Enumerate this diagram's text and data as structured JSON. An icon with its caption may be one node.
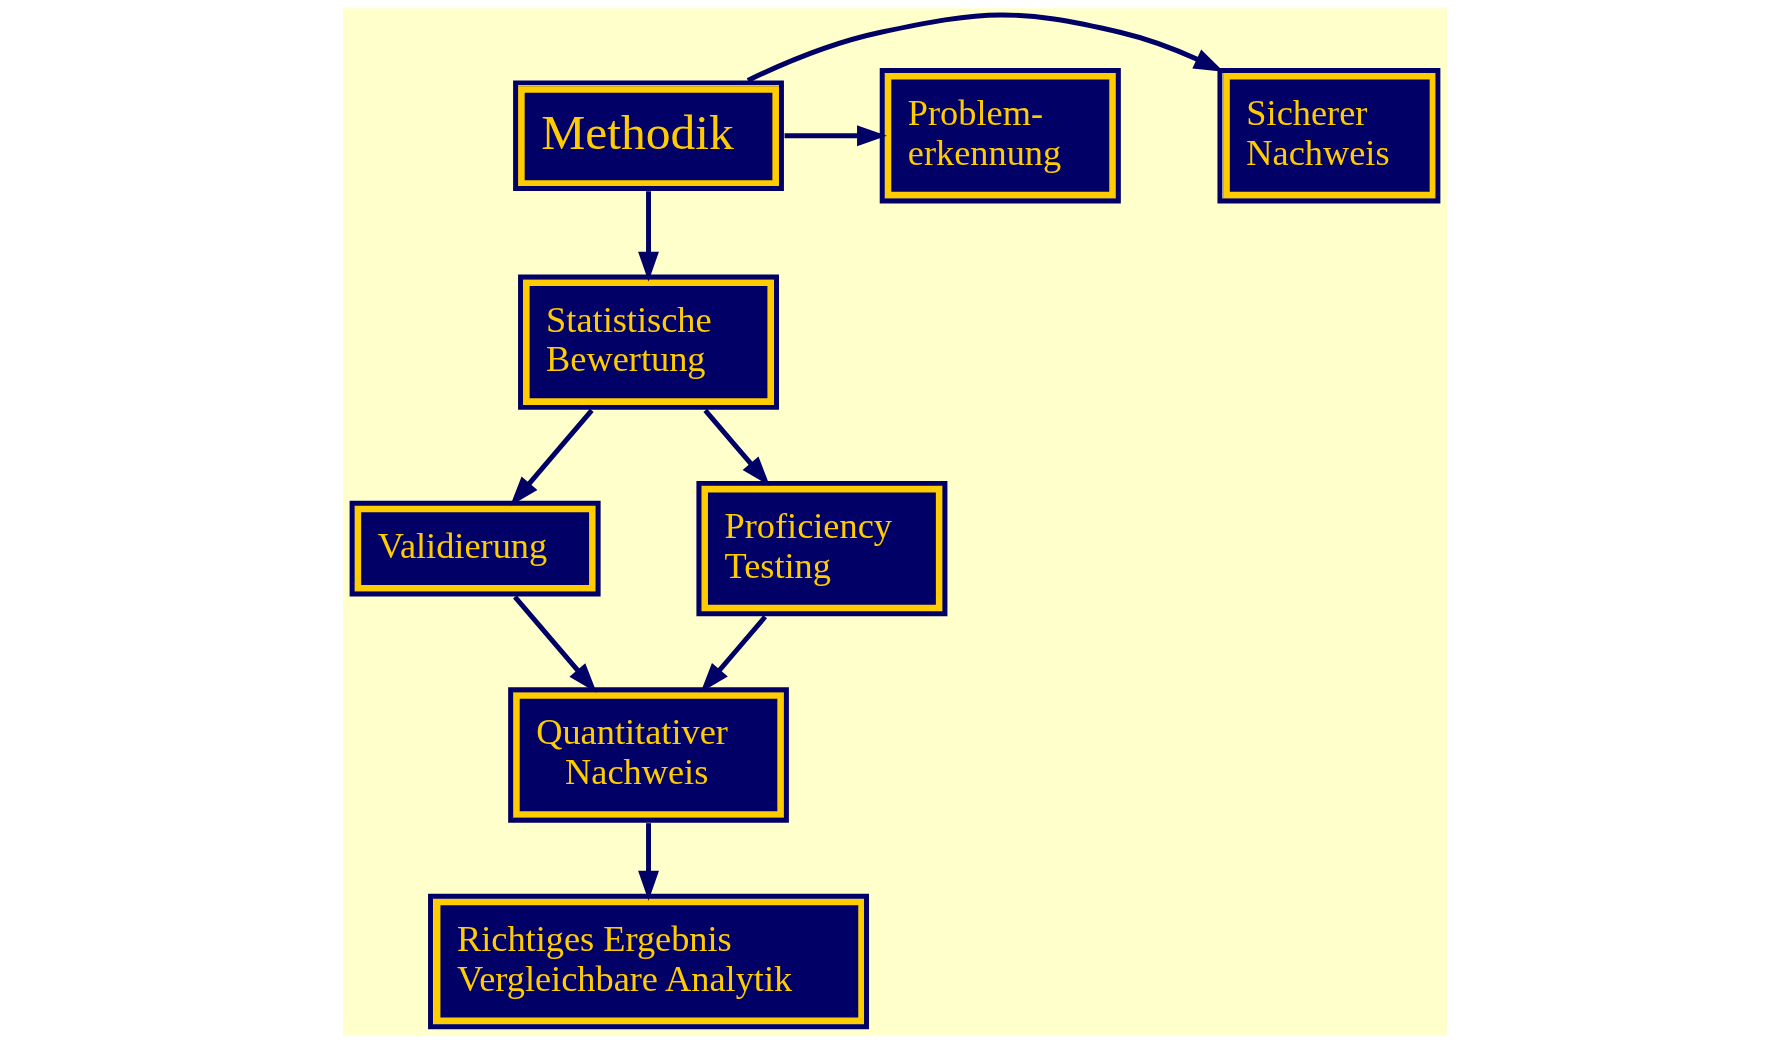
{
  "diagram": {
    "nodes": [
      {
        "text": [
          "Sicherer Nachweis"
        ]
      },
      {
        "text": [
          "Methodik"
        ]
      },
      {
        "text": [
          "Problem- erkennung"
        ]
      },
      {
        "text": [
          "Statistische Bewertung"
        ]
      },
      {
        "text": [
          "Validierung"
        ]
      },
      {
        "text": [
          "Proficiency Testing"
        ]
      },
      {
        "text": [
          "Quantitativer Nachweis"
        ]
      },
      {
        "text": [
          "Richtiges Ergebnis",
          "Vergleichbare Analytik"
        ]
      }
    ],
    "edges": [
      {
        "from": 1,
        "to": 0,
        "arrow": "to"
      },
      {
        "from": 1,
        "to": 2,
        "arrow": "to"
      },
      {
        "from": 1,
        "to": 3,
        "arrow": "to"
      },
      {
        "from": 3,
        "to": 4,
        "arrow": "to"
      },
      {
        "from": 3,
        "to": 5,
        "arrow": "to"
      },
      {
        "from": 4,
        "to": 6,
        "arrow": "to"
      },
      {
        "from": 5,
        "to": 6,
        "arrow": "to"
      },
      {
        "from": 6,
        "to": 7,
        "arrow": "to"
      }
    ]
  }
}
